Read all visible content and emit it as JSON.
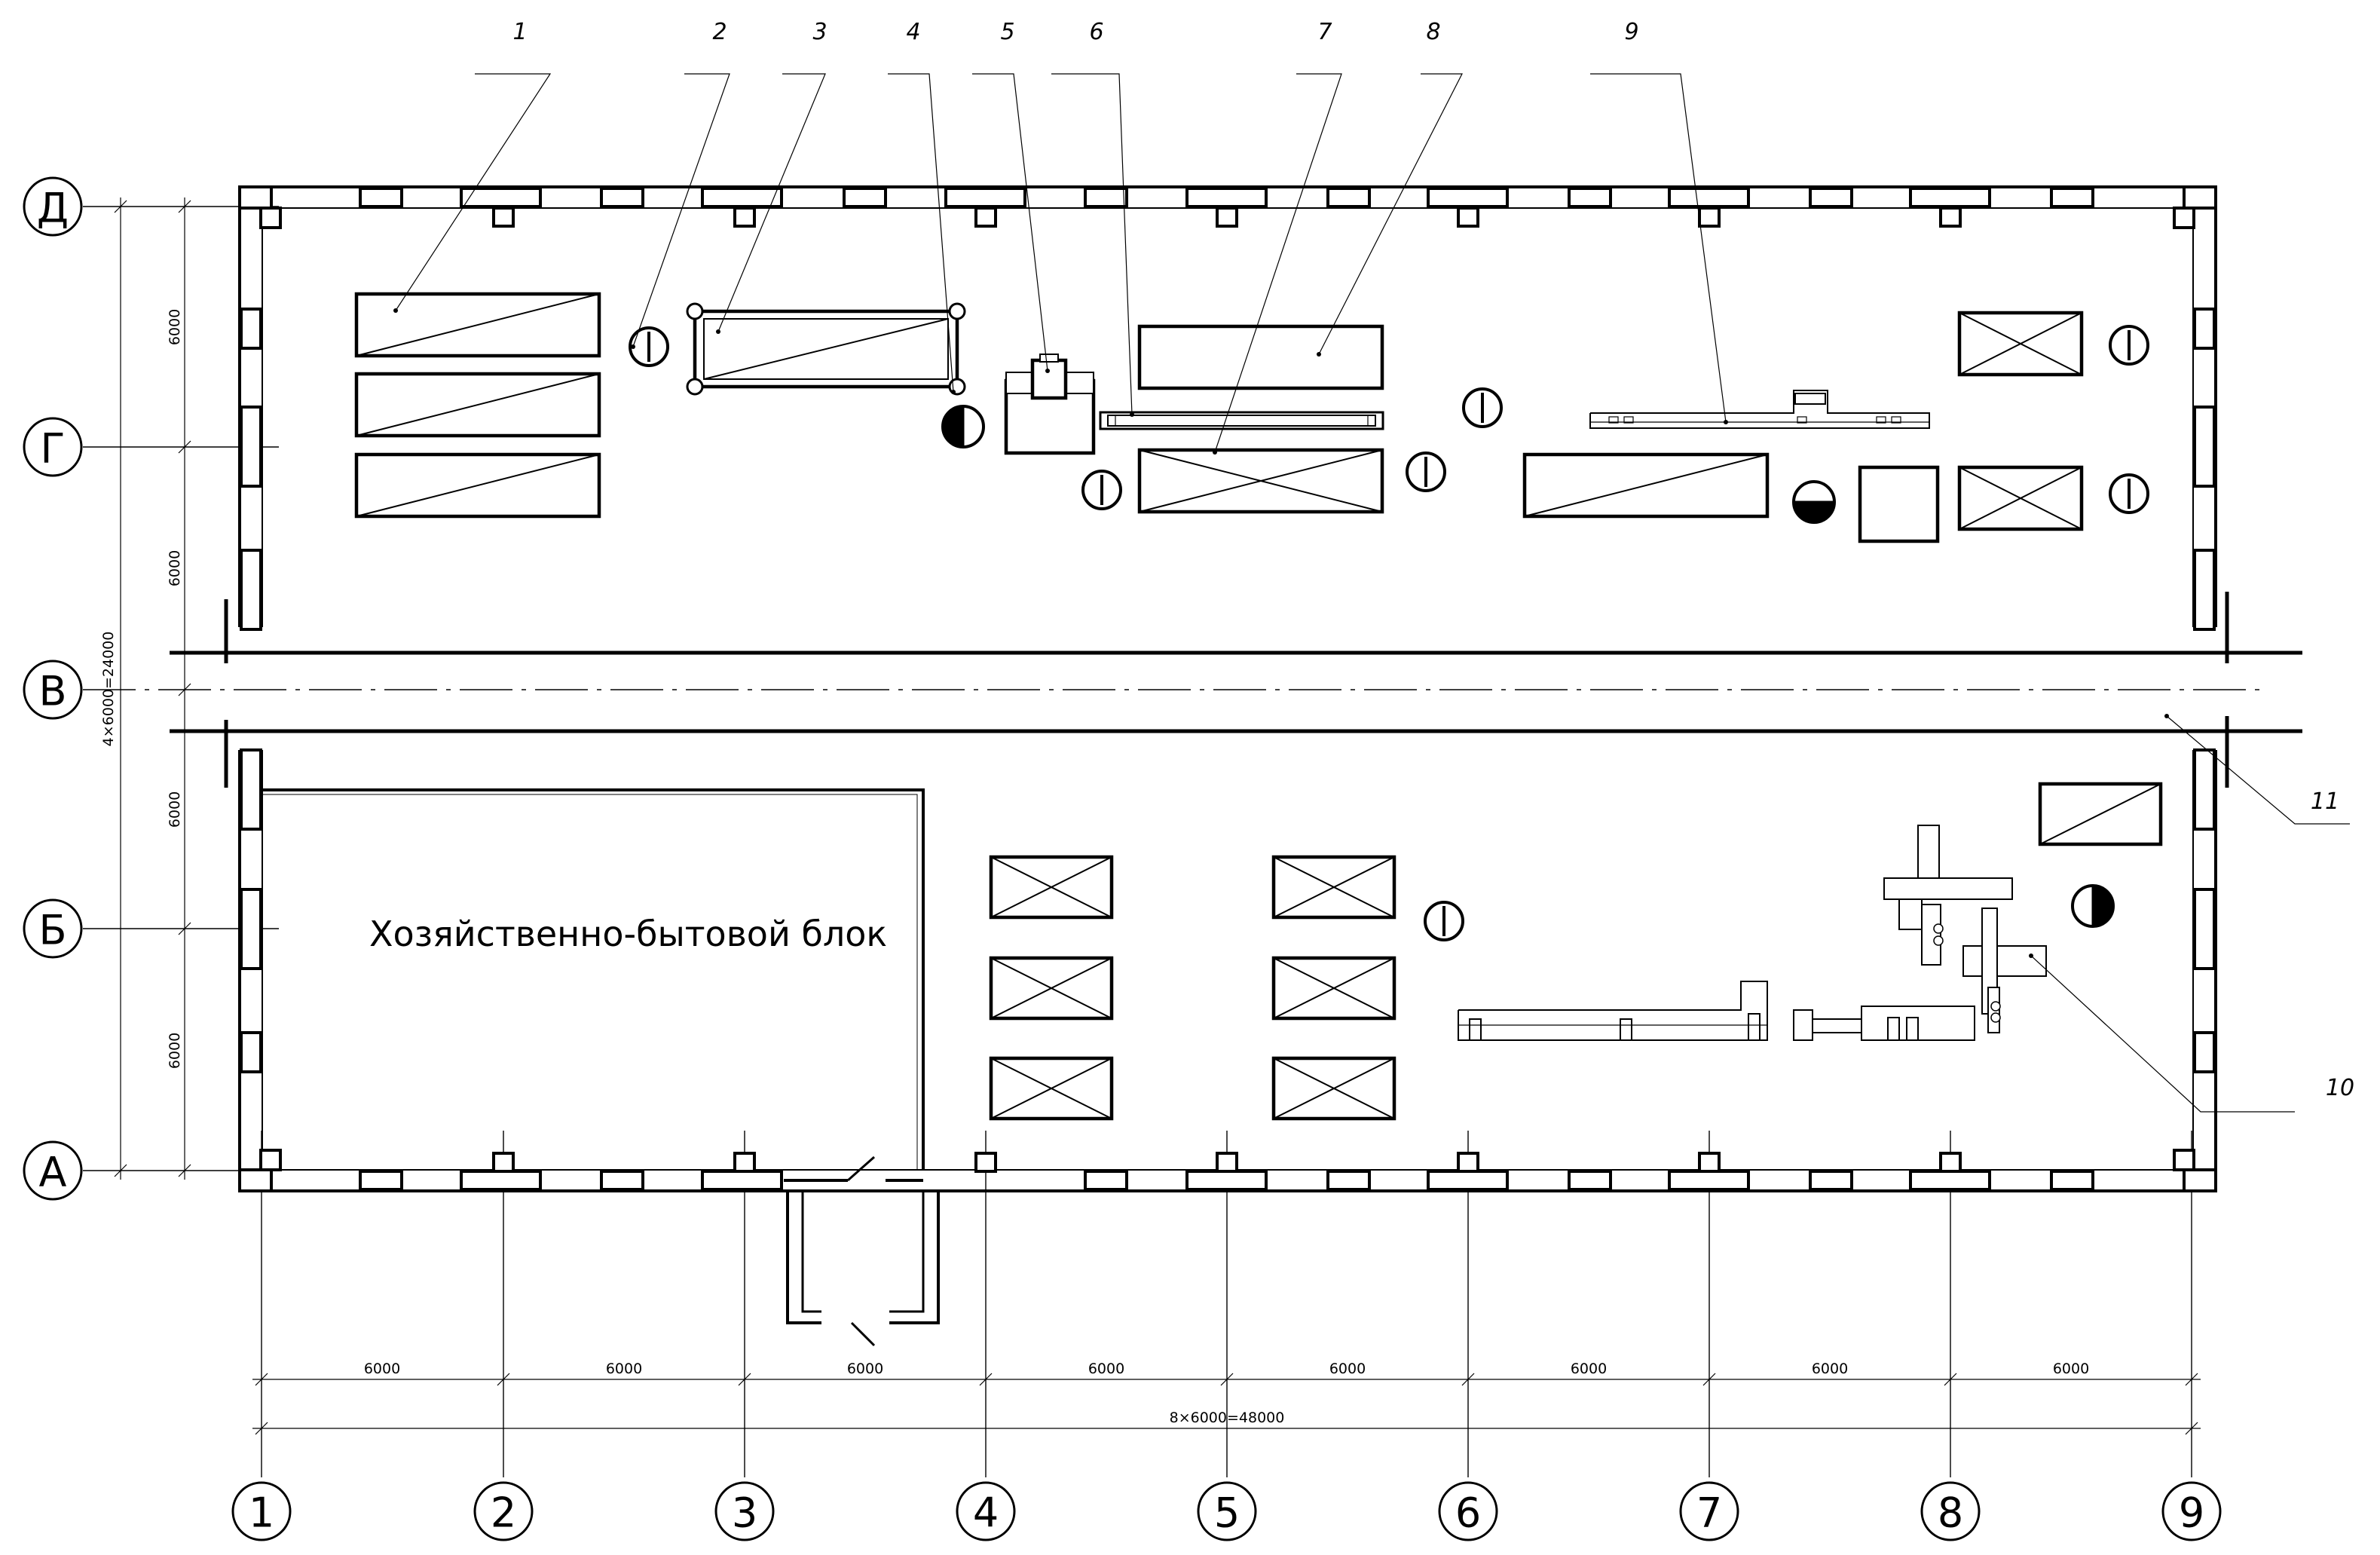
{
  "axes_rows": [
    {
      "id": "row-D",
      "label": "Д"
    },
    {
      "id": "row-G",
      "label": "Г"
    },
    {
      "id": "row-V",
      "label": "В"
    },
    {
      "id": "row-B",
      "label": "Б"
    },
    {
      "id": "row-A",
      "label": "А"
    }
  ],
  "axes_cols": [
    "1",
    "2",
    "3",
    "4",
    "5",
    "6",
    "7",
    "8",
    "9"
  ],
  "dimensions": {
    "bay": "6000",
    "total_horizontal": "8×6000=48000",
    "total_vertical": "4×6000=24000"
  },
  "callouts": [
    "1",
    "2",
    "3",
    "4",
    "5",
    "6",
    "7",
    "8",
    "9",
    "10",
    "11"
  ],
  "room_label": "Хозяйственно-бытовой блок"
}
